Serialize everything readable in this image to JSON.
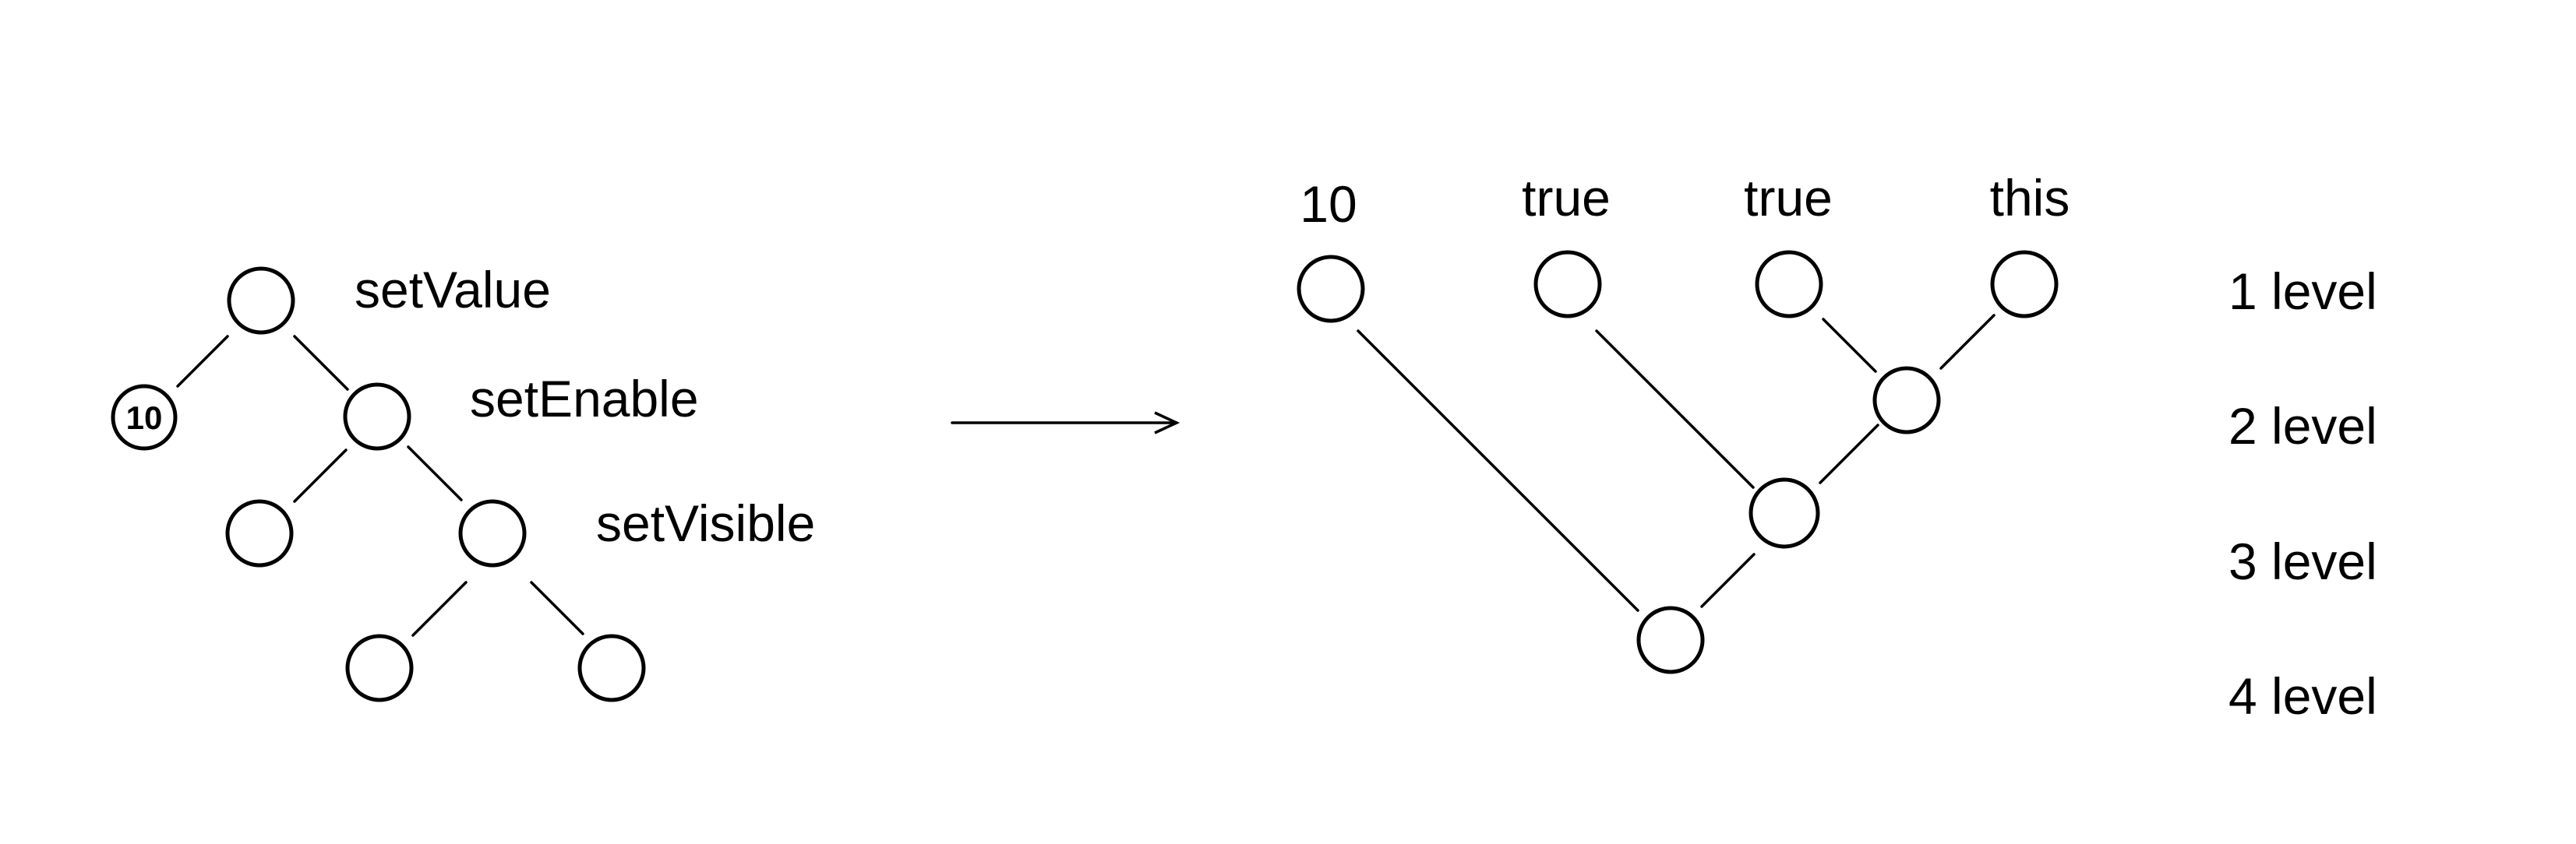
{
  "left_tree": {
    "root_label": "setValue",
    "second_label": "setEnable",
    "third_label": "setVisible",
    "leaf_value": "10"
  },
  "right_tree": {
    "top_labels": [
      "10",
      "true",
      "true",
      "this"
    ]
  },
  "levels": [
    "1 level",
    "2 level",
    "3 level",
    "4 level"
  ]
}
